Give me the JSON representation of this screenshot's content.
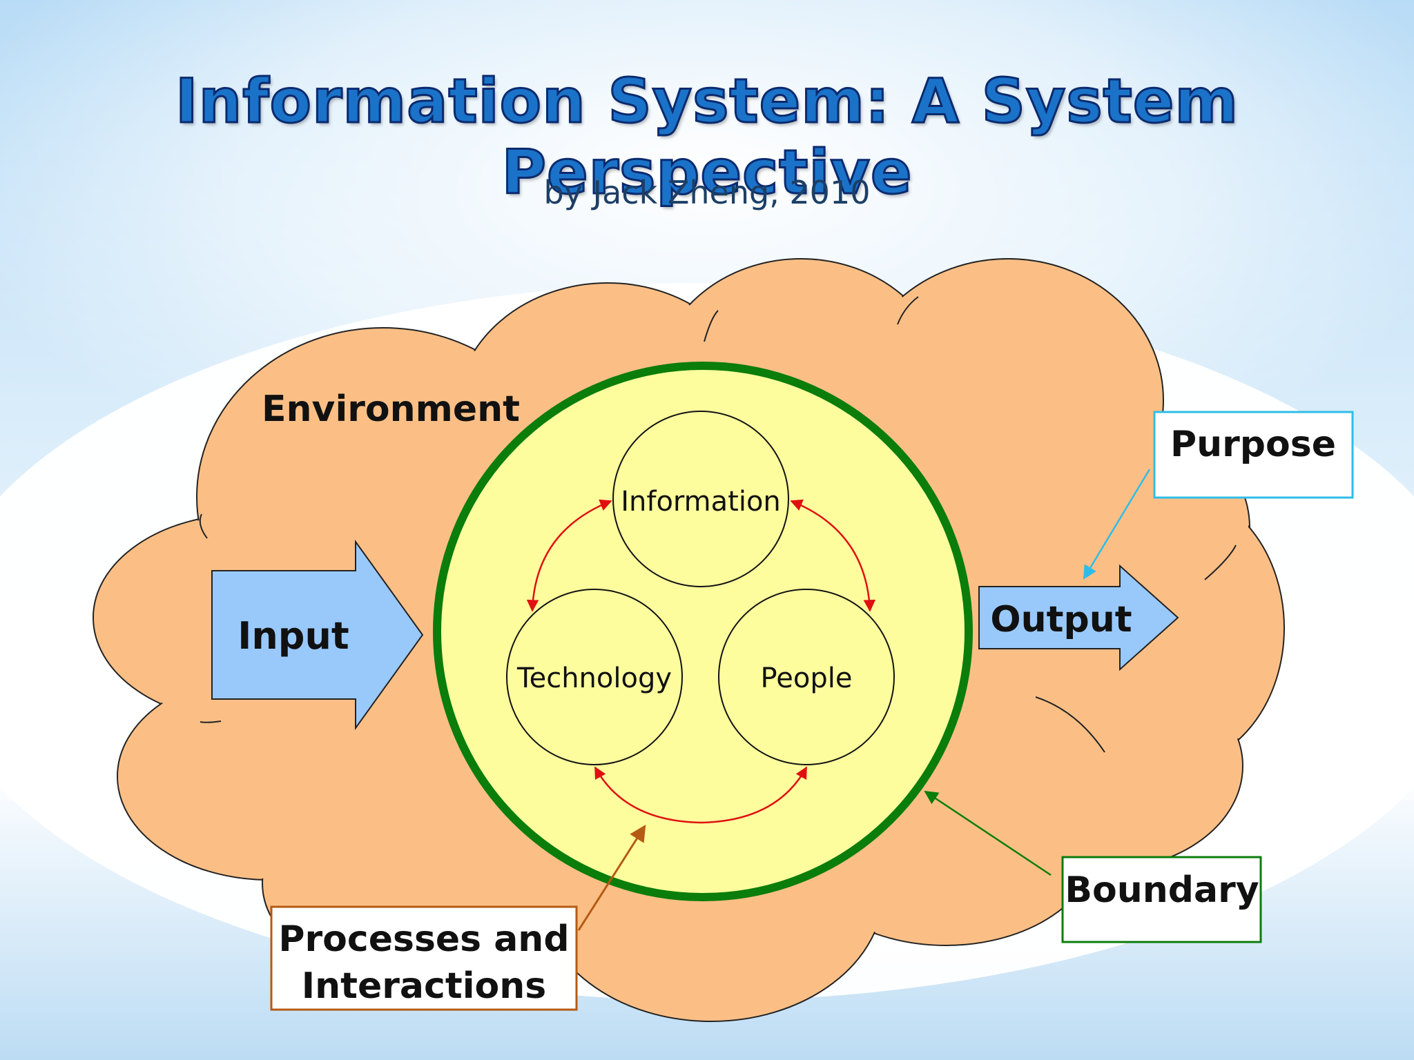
{
  "slide": {
    "title": "Information System: A System Perspective",
    "subtitle": "by Jack Zheng, 2010"
  },
  "diagram": {
    "environment_label": "Environment",
    "input_label": "Input",
    "output_label": "Output",
    "components": {
      "information": "Information",
      "technology": "Technology",
      "people": "People"
    },
    "callouts": {
      "purpose": "Purpose",
      "boundary": "Boundary",
      "processes_line1": "Processes and",
      "processes_line2": "Interactions"
    }
  },
  "colors": {
    "cloud_fill": "#fbbf86",
    "system_fill": "#fdfd9e",
    "boundary_green": "#0b7d0b",
    "arrow_fill": "#99c9fb",
    "interaction_red": "#e01010",
    "purpose_border": "#2ebde8",
    "processes_border": "#b55a12",
    "title_color": "#1a73c8"
  }
}
